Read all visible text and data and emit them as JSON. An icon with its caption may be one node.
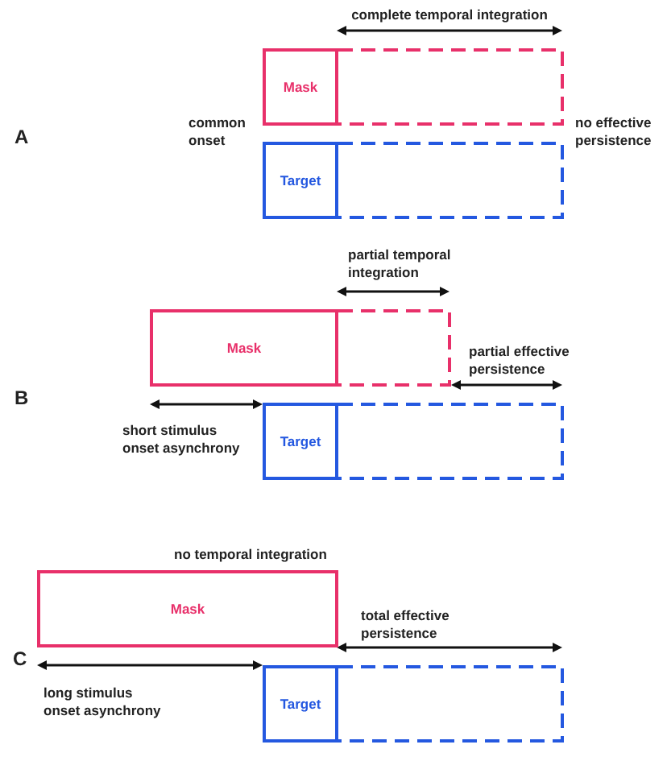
{
  "diagram": {
    "nodes": [
      {
        "text": [
          "Mask"
        ]
      },
      {
        "text": [],
        "shape": "box"
      },
      {
        "text": [
          "Target"
        ]
      },
      {
        "text": [],
        "shape": "box"
      },
      {
        "text": [
          "Mask"
        ]
      },
      {
        "text": [],
        "shape": "box"
      },
      {
        "text": [
          "Target"
        ]
      },
      {
        "text": [],
        "shape": "box"
      },
      {
        "text": [
          "Mask"
        ]
      },
      {
        "text": [
          "Target"
        ]
      },
      {
        "text": [],
        "shape": "box"
      }
    ],
    "labels": [
      "complete temporal integration",
      "A",
      "common onset",
      "no effective persistence",
      "partial temporal integration",
      "partial effective persistence",
      "B",
      "short stimulus onset asynchrony",
      "no temporal integration",
      "total effective persistence",
      "C",
      "long stimulus onset asynchrony"
    ]
  }
}
